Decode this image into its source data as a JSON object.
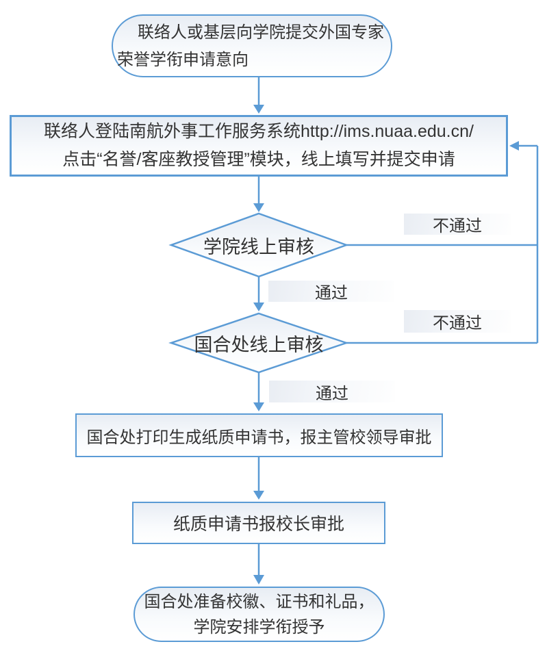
{
  "flowchart": {
    "accent_color": "#5B9BD5",
    "text_color": "#333333",
    "nodes": [
      {
        "id": "start",
        "shape": "stadium",
        "line1": "联络人或基层向学院提交外国专家",
        "line2": "荣誉学衔申请意向"
      },
      {
        "id": "online-application",
        "shape": "rectangle",
        "line1": "联络人登陆南航外事工作服务系统http://ims.nuaa.edu.cn/",
        "line2": "点击“名誉/客座教授管理”模块，线上填写并提交申请"
      },
      {
        "id": "college-online-review",
        "shape": "diamond",
        "label": "学院线上审核"
      },
      {
        "id": "ico-online-review",
        "shape": "diamond",
        "label": "国合处线上审核"
      },
      {
        "id": "print-paper-application",
        "shape": "rectangle",
        "label": "国合处打印生成纸质申请书，报主管校领导审批"
      },
      {
        "id": "president-approval",
        "shape": "rectangle",
        "label": "纸质申请书报校长审批"
      },
      {
        "id": "end",
        "shape": "stadium",
        "line1": "国合处准备校徽、证书和礼品，",
        "line2": "学院安排学衔授予"
      }
    ],
    "edge_labels": {
      "pass": "通过",
      "fail": "不通过"
    }
  }
}
